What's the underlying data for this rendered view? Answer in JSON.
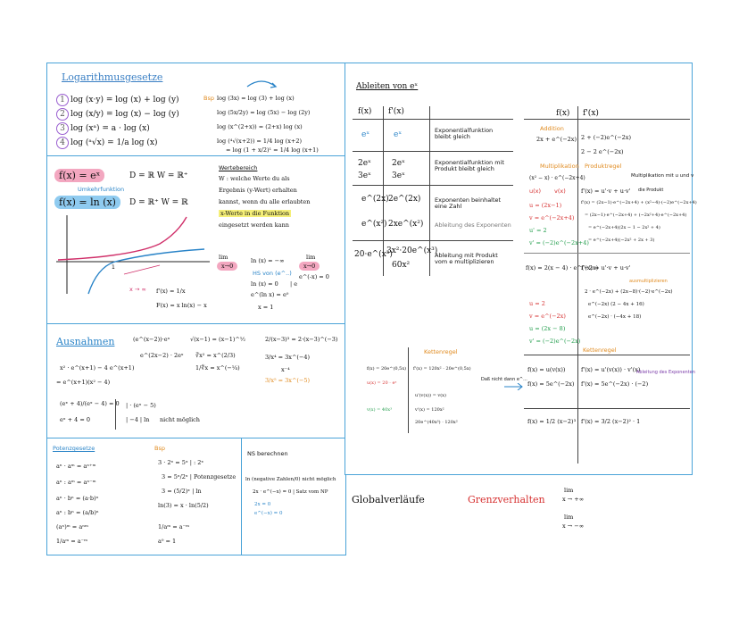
{
  "log_laws": {
    "title": "Logarithmusgesetze",
    "rules": [
      {
        "n": "1",
        "left": "log (x·y)",
        "right": "= log (x) + log (y)"
      },
      {
        "n": "2",
        "left": "log (x/y)",
        "right": "= log (x) − log (y)"
      },
      {
        "n": "3",
        "left": "log (xᵃ)",
        "right": "= a · log (x)"
      },
      {
        "n": "4",
        "left": "log (ᵃ√x)",
        "right": "= 1/a log (x)"
      }
    ],
    "bsp_label": "Bsp",
    "examples": [
      "log (3x) = log (3) + log (x)",
      "log (5x/2y) = log (5x) − log (2y)",
      "log (x^(2+x)) = (2+x) log (x)",
      "log (⁴√(x+2)) = 1/4 log (x+2)",
      "= log (1 + x/2)¹ = 1/4 log (x+1)"
    ]
  },
  "functions_panel": {
    "f_exp": "f(x) = eˣ",
    "f_exp_domain": "D = ℝ   W = ℝ⁺",
    "f_ln": "f(x) = ln (x)",
    "f_ln_domain": "D = ℝ⁺   W = ℝ",
    "umkehr": "Umkehrfunktion",
    "wertebereich_title": "Wertebereich",
    "wertebereich_text": [
      "W : welche Werte du als",
      "Ergebnis (y-Wert) erhalten",
      "kannst, wenn du alle erlaubten",
      "x-Werte in die Funktion",
      "eingesetzt werden kann"
    ],
    "lim1_top": "lim",
    "lim1_bot": "x→0",
    "ln0": "ln (x) = −∞",
    "lim2_top": "lim",
    "lim2_bot": "x→0",
    "lim2_val": "e^(-x) = 0",
    "hs_label": "HS von (e^..)",
    "ln_eq": "ln (x) = 0",
    "ln_eq_note": "| e",
    "e_eq": "e^(ln x) = e⁰",
    "x_eq": "x = 1",
    "graph_label": "x → ∞",
    "deriv": "f'(x) = 1/x",
    "integral": "F(x) = x ln(x) − x"
  },
  "ausnahmen": {
    "title": "Ausnahmen",
    "rows": [
      "(e^(x−2))·eˣ",
      "e^(2x−2) · 2eˣ",
      "√(x−1) = (x−1)^½",
      "∛x² = x^(2/3)",
      "1/∜x = x^(−¼)",
      "2/(x−3)³ = 2·(x−3)^(−3)",
      "3/x⁴ = 3x^(−4)",
      "x⁻⁴",
      "3/x⁵ = 3x^(−5)"
    ],
    "factor": "x² · e^(x+1) − 4 e^(x+1)",
    "factor2": "= e^(x+1)(x² − 4)",
    "frac1": "(eˣ + 4)/(eˣ − 4) = 0",
    "frac2": "eˣ + 4 = 0",
    "bar1": "| · (eˣ − 5)",
    "bar2": "| −4 | ln",
    "nicht": "nicht möglich"
  },
  "potenz": {
    "title": "Potenzgesetze",
    "rules": [
      "aⁿ · aᵐ = aⁿ⁺ᵐ",
      "aⁿ : aᵐ = aⁿ⁻ᵐ",
      "aⁿ · bⁿ = (a·b)ⁿ",
      "aⁿ : bⁿ = (a/b)ⁿ",
      "(aⁿ)ᵐ = aⁿᵐ",
      "1/aᵐ = a⁻ᵐ"
    ],
    "bsp_label": "Bsp",
    "examples": [
      "3 · 2ˣ = 5ˣ | : 2ˣ",
      "3 = 5ˣ/2ˣ | Potenzgesetze",
      "3 = (5/2)ˣ | ln",
      "ln(3) = x · ln(5/2)",
      "1/aᵐ = a⁻ᵐ",
      "a⁰ = 1"
    ]
  },
  "ns": {
    "title": "NS berechnen",
    "line1": "ln (negative Zahlen/0) nicht möglich",
    "line2": "2x · e^(−x) = 0 | Satz vom NP",
    "line3": "2x = 0",
    "line4": "e^(−x) = 0"
  },
  "ableiten": {
    "title": "Ableiten von eˣ",
    "col_f": "f(x)",
    "col_fp": "f'(x)",
    "rows": [
      {
        "f": "eˣ",
        "fp": "eˣ",
        "desc": "Exponentialfunktion bleibt gleich"
      },
      {
        "f": "2eˣ",
        "fp": "2eˣ",
        "desc": "Exponentialfunktion mit Produkt bleibt gleich",
        "f2": "3eˣ",
        "fp2": "3eˣ"
      },
      {
        "f": "e^(2x)",
        "fp": "2e^(2x)",
        "desc": "Exponenten beinhaltet eine Zahl",
        "note": "Ableitung des Exponenten",
        "f2": "e^(x²)",
        "fp2": "2xe^(x²)"
      },
      {
        "f": "20·e^(x³)",
        "fp": "3x²·20e^(x³)",
        "desc": "Ableitung mit Produkt vom e multiplizieren",
        "fp2": "60x²"
      }
    ]
  },
  "produkt": {
    "col_f": "f(x)",
    "col_fp": "f'(x)",
    "addition": "Addition",
    "add1": "2x + e^(−2x)",
    "add1p": "2 + (−2)e^(−2x)",
    "add2p": "2 − 2 e^(−2x)",
    "mult": "Multiplikation",
    "prodregel": "Produktregel",
    "mult_note": "Multiplikation mit u und v",
    "u_expr": "(x² − x) · e^(−2x+4)",
    "u_label": "u(x)",
    "v_label": "v(x)",
    "rule": "f'(x) = u'·v + u·v'",
    "rule_note": "die Produkt",
    "lines": [
      "f'(x) = (2x−1)·e^(−2x+4) + (x²−4)·(−2)e^(−2x+4)",
      "= (2x−1)·e^(−2x+4) + (−2x²+4)·e^(−2x+4)",
      "= e^(−2x+4)(2x − 1 − 2x² + 4)",
      "= e^(−2x+4)(−2x² + 2x + 3)"
    ],
    "uvs": [
      "u = (2x−1)",
      "v = e^(−2x+4)",
      "u' = 2",
      "v' = (−2)e^(−2x+4)"
    ],
    "f2": "f(x) = 2(x − 4) · e^(−2x)",
    "f2p": "f'(x) = u'·v + u·v'",
    "f2lines": [
      "2 · e^(−2x) + (2x−8)·(−2)·e^(−2x)",
      "e^(−2x) (2 − 4x + 16)",
      "e^(−2x) · (−4x + 18)"
    ],
    "f2uvs": [
      "u = 2",
      "v = e^(−2x)",
      "u = (2x − 8)",
      "v' = (−2)e^(−2x)"
    ],
    "f2_note": "ausmultiplizieren",
    "ketten": "Kettenregel",
    "k1": "f(x) = u(v(x))",
    "k2": "f'(x) = u'(v(x)) · v'(x)",
    "k3": "f(x) = 5e^(−2x)",
    "k4": "f'(x) = 5e^(−2x) · (−2)",
    "k_note": "Ableitung des Exponenten",
    "kf": "f(x) = 1/2 (x−2)³",
    "kfp": "f'(x) = 3/2 (x−2)² · 1"
  },
  "kette": {
    "title": "Kettenregel",
    "f": "f(x) = 20e^(0,5x)",
    "fp": "f'(x) = 120x² · 20e^(0,5x)",
    "u": "u(x) = 20 · eˣ",
    "v": "v(x) = 40x³",
    "up": "u'(v(x)) = v(x)",
    "vp": "v'(x) = 120x²",
    "res": "20e^(40x³) · 120x²",
    "dal": "Daß nicht dann e^..."
  },
  "global": {
    "title": "Globalverläufe",
    "grenz": "Grenzverhalten",
    "lim1": "lim",
    "lim1b": "x → +∞",
    "lim2": "lim",
    "lim2b": "x → −∞"
  }
}
